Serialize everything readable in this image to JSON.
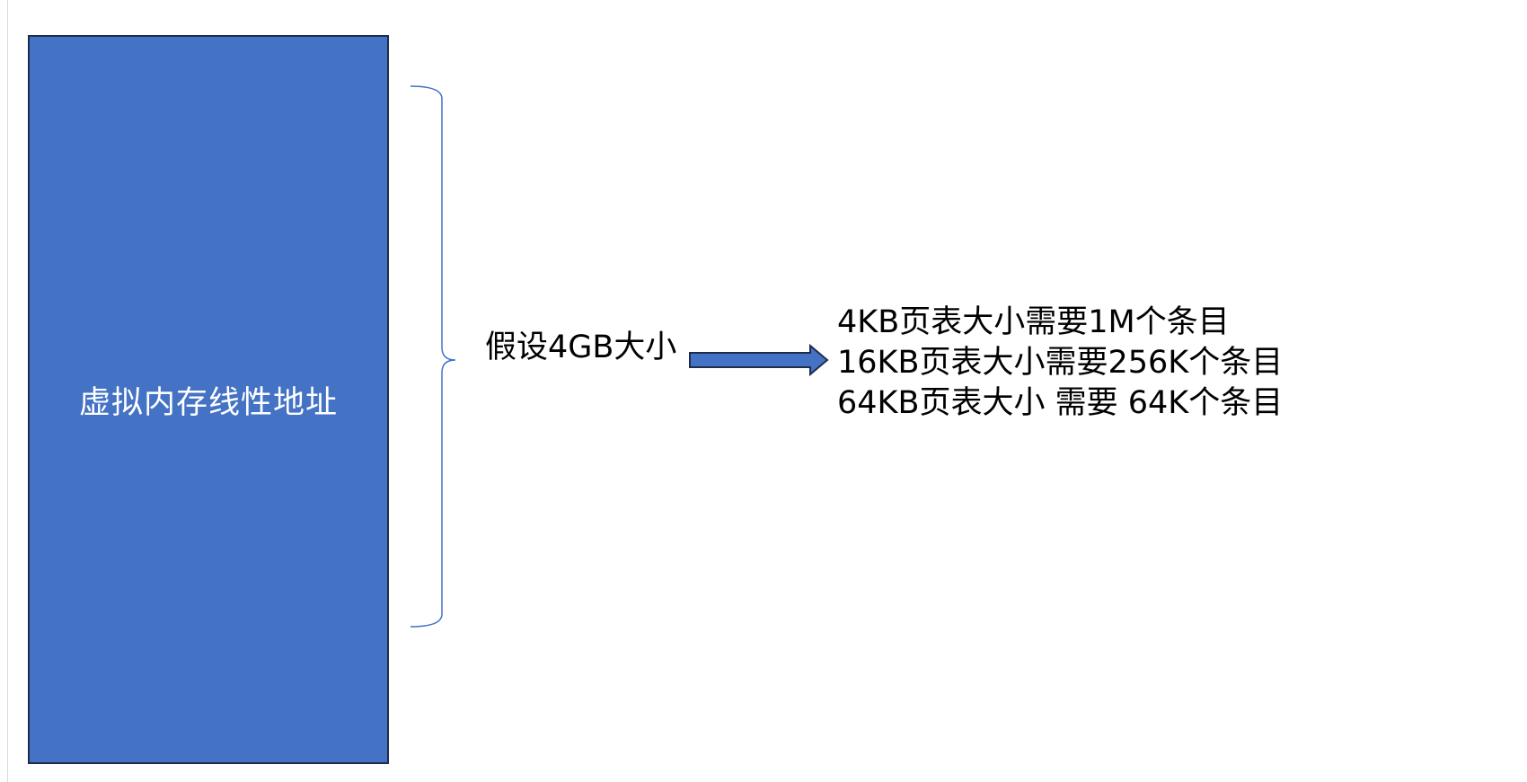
{
  "diagram": {
    "memory_block": {
      "label": "虚拟内存线性地址",
      "fill_color": "#4472C4",
      "border_color": "#1f2d4d",
      "text_color": "#ffffff"
    },
    "brace": {
      "color": "#4472C4"
    },
    "assumption": {
      "label": "假设4GB大小"
    },
    "arrow": {
      "fill_color": "#4472C4",
      "border_color": "#1f2d4d",
      "direction": "right"
    },
    "results": [
      {
        "text": "4KB页表大小需要1M个条目"
      },
      {
        "text": "16KB页表大小需要256K个条目"
      },
      {
        "text": "64KB页表大小 需要 64K个条目"
      }
    ]
  }
}
